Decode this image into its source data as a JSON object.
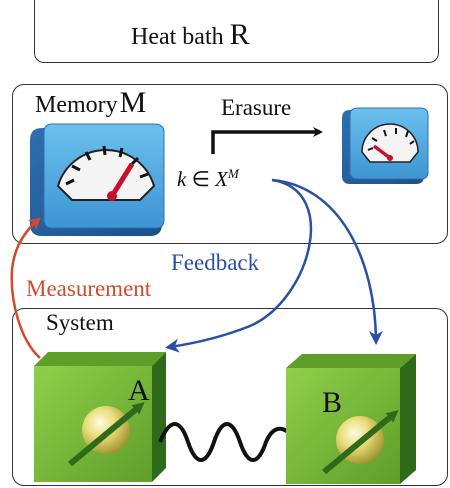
{
  "heat_bath": {
    "label": "Heat bath",
    "symbol": "R"
  },
  "memory": {
    "label": "Memory",
    "symbol": "M"
  },
  "erasure": {
    "label": "Erasure"
  },
  "memory_state": {
    "k": "k",
    "in": "∈",
    "X": "X",
    "sup": "M"
  },
  "feedback": {
    "label": "Feedback"
  },
  "measurement": {
    "label": "Measurement"
  },
  "system": {
    "label": "System"
  },
  "box_a": {
    "label": "A"
  },
  "box_b": {
    "label": "B"
  },
  "colors": {
    "measurement": "#d24a2c",
    "feedback": "#2a4fa8",
    "gauge_blue": "#4aa3dc",
    "box_green": "#7cbf3a",
    "needle_red": "#c8102e"
  }
}
